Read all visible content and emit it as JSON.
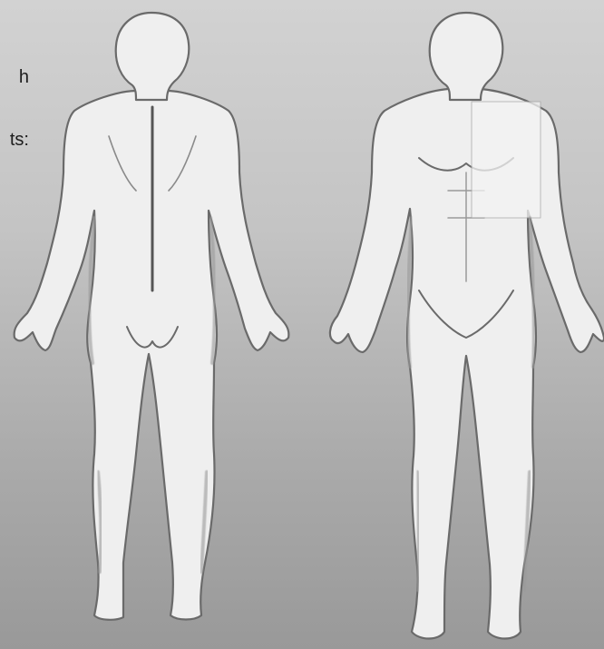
{
  "text_fragment": {
    "line_1": "h",
    "line_2": "ts:"
  },
  "figures": [
    {
      "name": "back-view",
      "description_visible": false
    },
    {
      "name": "front-view",
      "description_visible": false
    }
  ],
  "colors": {
    "background_top": "#d2d2d2",
    "background_bottom": "#999999",
    "body_fill": "#efefef",
    "body_outline": "#6e6e6e"
  }
}
